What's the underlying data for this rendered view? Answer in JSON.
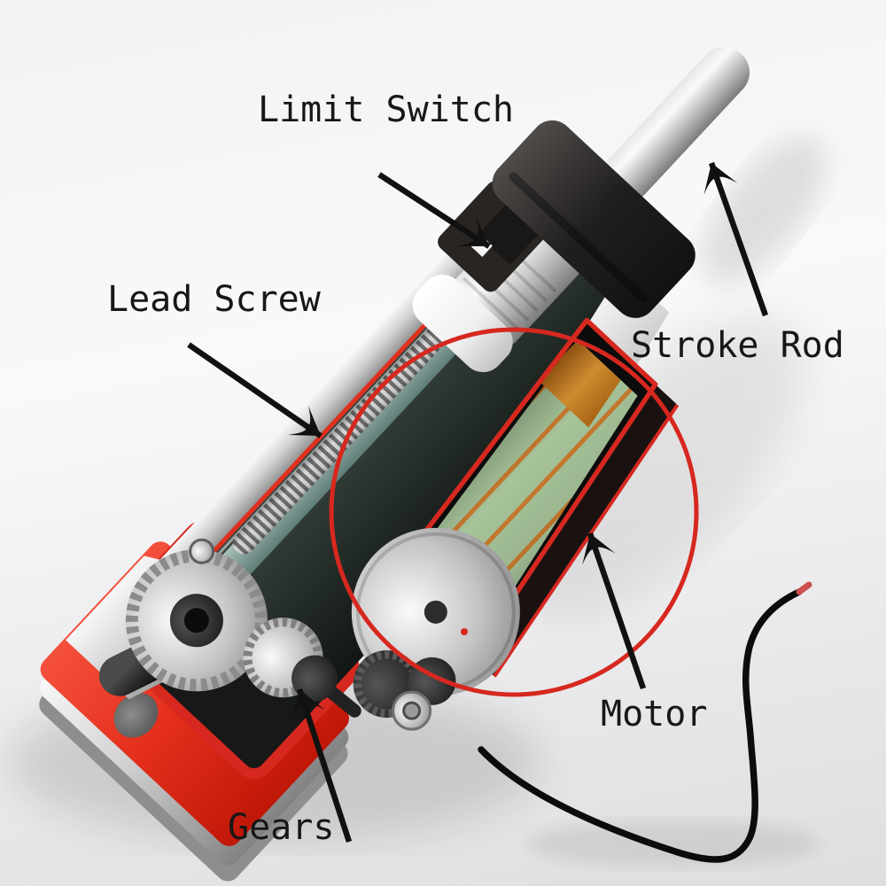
{
  "figure": {
    "type": "annotated_product_cutaway",
    "subject": "Electric linear actuator internal structure (3D cutaway render)",
    "background_color": "#f2f2f3",
    "annotation": {
      "text_color": "#171717",
      "arrow_color": "#111111",
      "highlight_circle_color": "#d6281f"
    },
    "labels": {
      "limit_switch": "Limit Switch",
      "lead_screw": "Lead Screw",
      "stroke_rod": "Stroke Rod",
      "motor": "Motor",
      "gears": "Gears"
    },
    "part_colors": {
      "cut_surface_red": "#e0301f",
      "motor_core_green": "#a6c399",
      "motor_winding_copper": "#c9812f",
      "inner_wall_teal": "#7d9a94",
      "metal_silver": "#c9c9c9",
      "rubber_collar_black": "#1d1b1a",
      "cable_black": "#0c0c0c"
    }
  }
}
